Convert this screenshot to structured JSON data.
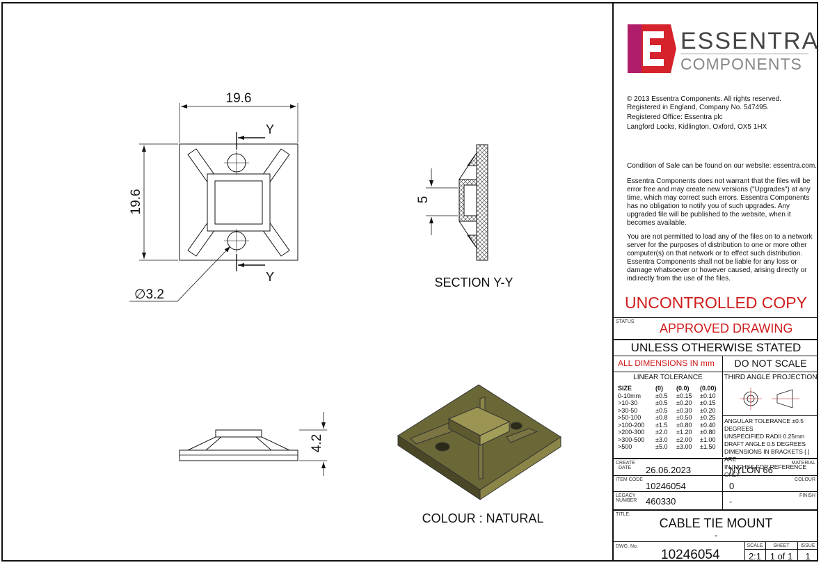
{
  "drawing": {
    "dims": {
      "width": "19.6",
      "height": "19.6",
      "hole": "∅3.2",
      "section_depth": "5",
      "thickness": "4.2"
    },
    "section_mark": "Y",
    "section_label": "SECTION Y-Y",
    "colour_label": "COLOUR : NATURAL"
  },
  "title_block": {
    "logo": {
      "letter": "E",
      "brand": "ESSENTRA",
      "sub": "COMPONENTS",
      "brand_color": "#d5222b"
    },
    "copyright": [
      "© 2013 Essentra Components. All rights reserved.",
      "Registered in England, Company No. 547495.",
      "Registered Office: Essentra plc",
      "Langford Locks, Kidlington, Oxford, OX5 1HX"
    ],
    "condition": "Condition of Sale can be found on our website: essentra.com.",
    "warranty": [
      "Essentra Components does not warrant that the files will be",
      "error free and may create new versions (\"Upgrades\") at any",
      "time, which may correct such errors. Essentra Components",
      "has no obligation to notify you of such upgrades. Any",
      "upgraded file will be published to the website, when it",
      "becomes available."
    ],
    "network": [
      "You are not permitted to load any of the files on to a network",
      "server for the purposes of distribution to one or more other",
      "computer(s) on that network or to effect such distribution.",
      "Essentra Components shall not be liable for any loss or",
      "damage whatsoever or however caused, arising directly or",
      "indirectly from the use of the files."
    ],
    "uncontrolled": "UNCONTROLLED COPY",
    "status_label": "STATUS",
    "status": "APPROVED DRAWING",
    "unless": "UNLESS OTHERWISE STATED",
    "all_dims": "ALL DIMENSIONS IN mm",
    "do_not_scale": "DO NOT SCALE",
    "linear_tol": "LINEAR TOLERANCE",
    "projection": "THIRD ANGLE PROJECTION",
    "tol_headers": [
      "SIZE",
      "(0)",
      "(0.0)",
      "(0.00)"
    ],
    "tol_rows": [
      [
        "0-10mm",
        "±0.5",
        "±0.15",
        "±0.10"
      ],
      [
        ">10-30",
        "±0.5",
        "±0.20",
        "±0.15"
      ],
      [
        ">30-50",
        "±0.5",
        "±0.30",
        "±0.20"
      ],
      [
        ">50-100",
        "±0.8",
        "±0.50",
        "±0.25"
      ],
      [
        ">100-200",
        "±1.5",
        "±0.80",
        "±0.40"
      ],
      [
        ">200-300",
        "±2.0",
        "±1.20",
        "±0.80"
      ],
      [
        ">300-500",
        "±3.0",
        "±2.00",
        "±1.00"
      ],
      [
        ">500",
        "±5.0",
        "±3.00",
        "±1.50"
      ]
    ],
    "notes": [
      "ANGULAR TOLERANCE ±0.5 DEGREES",
      "UNSPECIFIED RADII 0.25mm",
      "DRAFT ANGLE 0.5 DEGREES",
      "DIMENSIONS IN BRACKETS [ ] ARE",
      "IN INCHES FOR REFERENCE ONLY"
    ],
    "create_label": [
      "CREATE",
      "DATE"
    ],
    "create_date": "26.06.2023",
    "material_label": "MATERIAL",
    "material": "NYLON 66",
    "item_code_label": "ITEM CODE",
    "item_code": "10246054",
    "colour_label": "COLOUR",
    "colour": "0",
    "legacy_label": [
      "LEGACY",
      "NUMBER"
    ],
    "legacy": "460330",
    "finish_label": "FINISH",
    "finish": "-",
    "title_label": "TITLE:",
    "title": "CABLE TIE MOUNT",
    "title_sub": "-",
    "dwg_label": "DWG. No.",
    "dwg": "10246054",
    "scale_label": "SCALE",
    "scale": "2:1",
    "sheet_label": "SHEET",
    "sheet": "1 of 1",
    "issue_label": "ISSUE",
    "issue": "1"
  }
}
